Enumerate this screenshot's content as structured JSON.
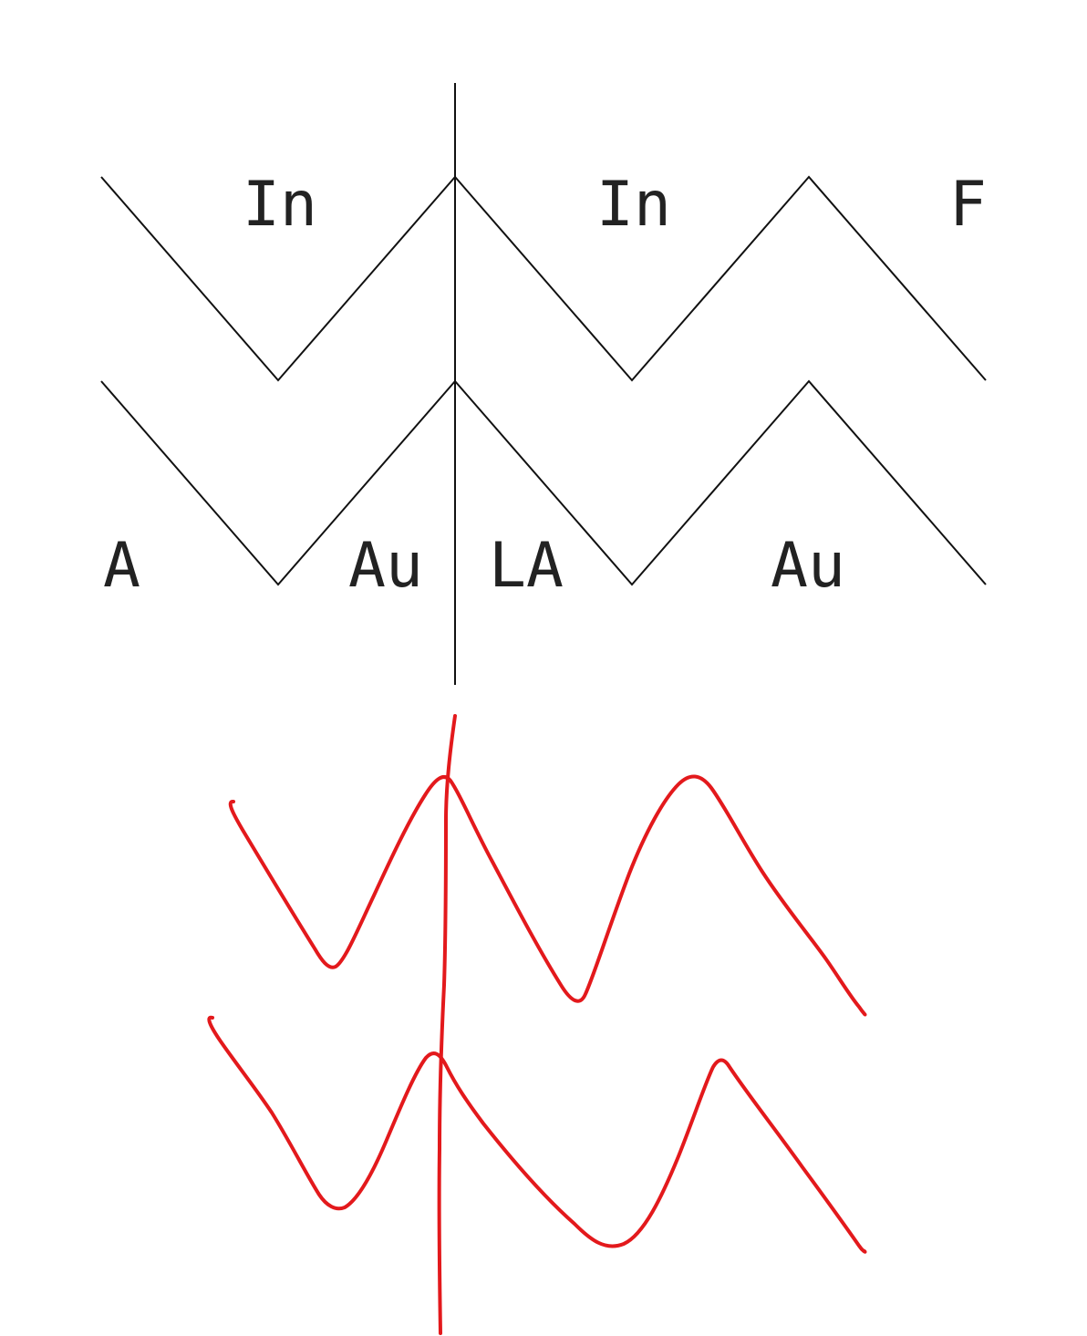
{
  "diagram": {
    "line_color": "#111111",
    "label_color": "#222222",
    "labels": {
      "top_left_in": "In",
      "top_middle_in": "In",
      "top_right_f": "F",
      "bottom_a": "A",
      "bottom_au_left": "Au",
      "bottom_la": "LA",
      "bottom_au_right": "Au"
    }
  },
  "sketch": {
    "stroke_color": "#e3191c"
  }
}
